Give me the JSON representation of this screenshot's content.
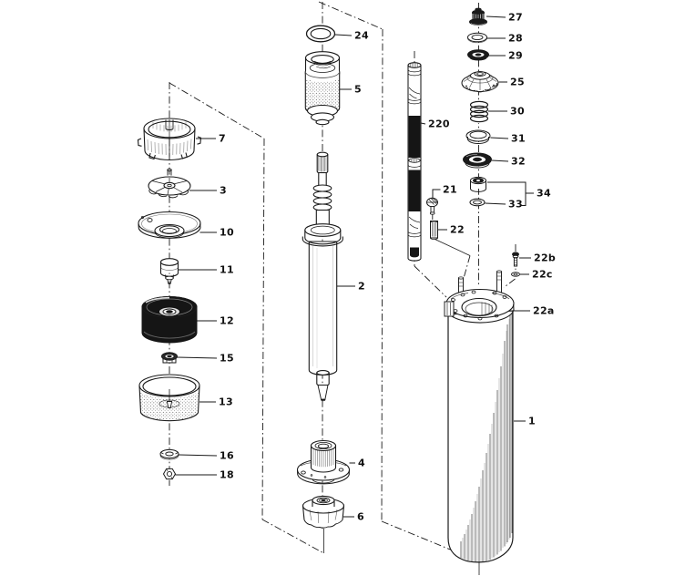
{
  "diagram": {
    "type": "exploded-parts-diagram",
    "colors": {
      "background": "#ffffff",
      "line": "#1a1a1a",
      "black_fill": "#151515"
    },
    "labels": {
      "p7": "7",
      "p3": "3",
      "p10": "10",
      "p11": "11",
      "p12": "12",
      "p15": "15",
      "p13": "13",
      "p16": "16",
      "p18": "18",
      "p24": "24",
      "p5": "5",
      "p2": "2",
      "p4": "4",
      "p6": "6",
      "p220": "220",
      "p21": "21",
      "p22": "22",
      "p27": "27",
      "p28": "28",
      "p29": "29",
      "p25": "25",
      "p30": "30",
      "p31": "31",
      "p32": "32",
      "p33": "33",
      "p34": "34",
      "p22b": "22b",
      "p22c": "22c",
      "p22a": "22a",
      "p1": "1"
    },
    "groups": {
      "left_stack": [
        "7",
        "3",
        "10",
        "11",
        "12",
        "15",
        "13",
        "16",
        "18"
      ],
      "center_stack": [
        "24",
        "5",
        "2",
        "4",
        "6"
      ],
      "shaft_stack": [
        "220",
        "21",
        "22"
      ],
      "right_stack": [
        "27",
        "28",
        "29",
        "25",
        "30",
        "31",
        "32",
        "34",
        "33"
      ],
      "motor_stack": [
        "22b",
        "22c",
        "22a",
        "1"
      ]
    }
  }
}
